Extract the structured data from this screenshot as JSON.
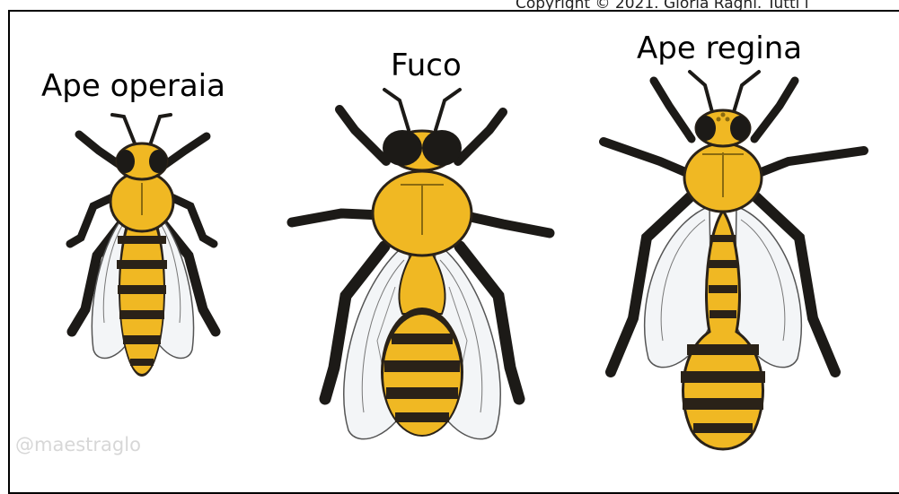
{
  "copyright": "Copyright © 2021. Gloria Raghi. Tutti i",
  "labels": {
    "worker": "Ape operaia",
    "drone": "Fuco",
    "queen": "Ape regina"
  },
  "watermark": "@maestraglo",
  "colors": {
    "body_yellow": "#f0b823",
    "dark_stripe": "#2a2218",
    "wing": "#f3f5f7",
    "outline": "#222222"
  }
}
